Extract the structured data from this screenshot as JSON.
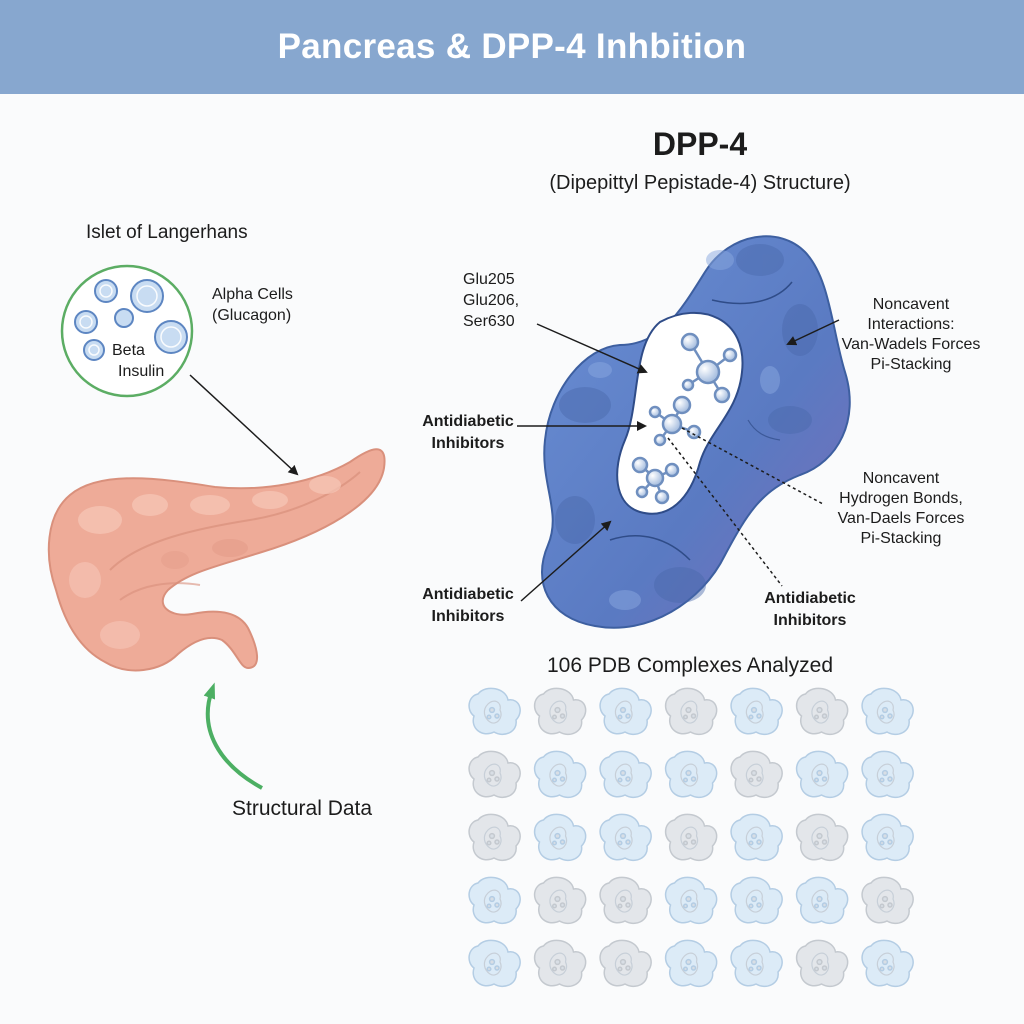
{
  "header": {
    "title": "Pancreas & DPP-4 Inhbition"
  },
  "dpp4": {
    "title": "DPP-4",
    "subtitle": "(Dipepittyl Pepistade-4) Structure)"
  },
  "islet": {
    "title": "Islet of Langerhans",
    "alpha_label_1": "Alpha Cells",
    "alpha_label_2": "(Glucagon)",
    "beta_label_1": "Beta",
    "beta_label_2": "Insulin"
  },
  "residues": {
    "line1": "Glu205",
    "line2": "Glu206,",
    "line3": "Ser630"
  },
  "inhibitor_labels": {
    "left_upper_1": "Antidiabetic",
    "left_upper_2": "Inhibitors",
    "left_lower_1": "Antidiabetic",
    "left_lower_2": "Inhibitors",
    "bottom_1": "Antidiabetic",
    "bottom_2": "Inhibitors"
  },
  "interactions": {
    "upper_1": "Noncavent",
    "upper_2": "Interactions:",
    "upper_3": "Van-Wadels Forces",
    "upper_4": "Pi-Stacking",
    "lower_1": "Noncavent",
    "lower_2": "Hydrogen Bonds,",
    "lower_3": "Van-Daels Forces",
    "lower_4": "Pi-Stacking"
  },
  "structural_label": "Structural Data",
  "complexes_title": "106 PDB Complexes Analyzed",
  "grid": {
    "rows": 5,
    "cols": 7
  },
  "colors": {
    "banner": "#87a7cf",
    "pancreas": "#eeab98",
    "protein": "#5a7ec4",
    "islet_ring": "#5cad64",
    "arrow_green": "#4caf63"
  }
}
